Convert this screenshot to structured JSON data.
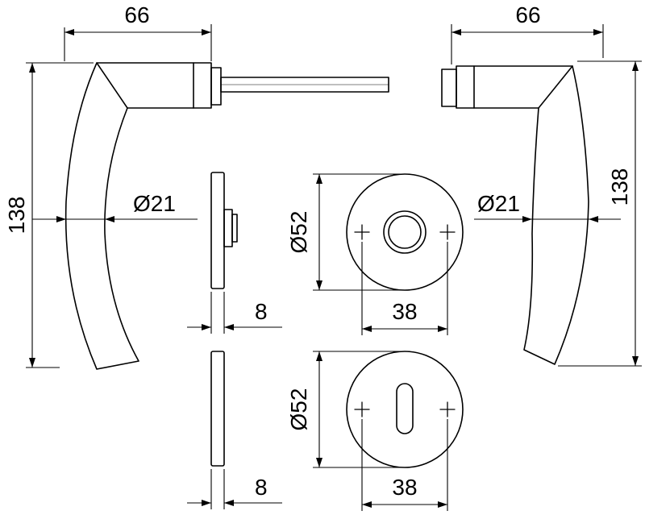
{
  "drawing": {
    "lever_left": {
      "width_label": "66",
      "height_label": "138",
      "diameter_label": "Ø21"
    },
    "lever_right": {
      "width_label": "66",
      "height_label": "138",
      "diameter_label": "Ø21"
    },
    "rose_round": {
      "diameter_label": "Ø52",
      "width_label": "38",
      "thickness_label": "8"
    },
    "rose_key": {
      "diameter_label": "Ø52",
      "width_label": "38",
      "thickness_label": "8"
    }
  }
}
